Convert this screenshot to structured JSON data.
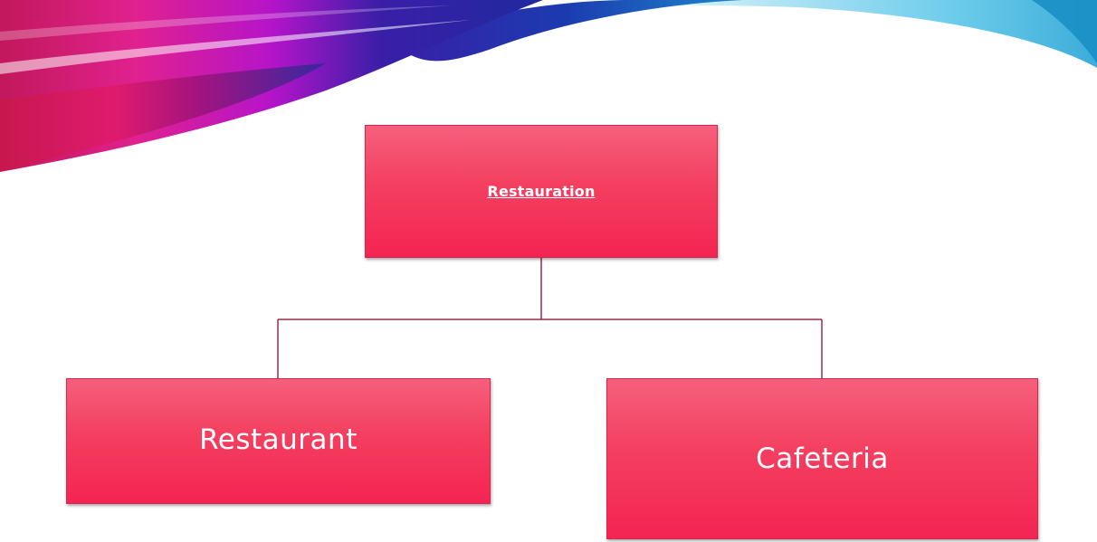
{
  "diagram": {
    "type": "org-chart",
    "root": {
      "label": "Restauration"
    },
    "children": [
      {
        "label": "Restaurant"
      },
      {
        "label": "Cafeteria"
      }
    ],
    "colors": {
      "node_fill": "#f43f60",
      "node_border": "#d7274f",
      "connector": "#9b2a48",
      "node_text": "#ffffff"
    }
  }
}
